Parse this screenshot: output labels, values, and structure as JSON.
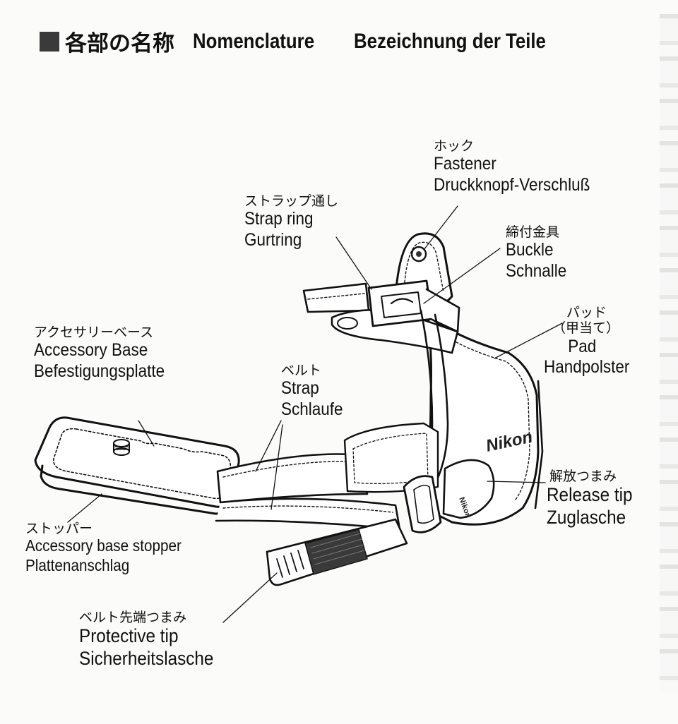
{
  "title": {
    "jp": "各部の名称",
    "en": "Nomenclature",
    "de": "Bezeichnung der Teile"
  },
  "labels": {
    "fastener": {
      "jp": "ホック",
      "en": "Fastener",
      "de": "Druckknopf-Verschluß"
    },
    "strap_ring": {
      "jp": "ストラップ通し",
      "en": "Strap ring",
      "de": "Gurtring"
    },
    "buckle": {
      "jp": "締付金具",
      "en": "Buckle",
      "de": "Schnalle"
    },
    "pad": {
      "jp": "パッド",
      "jp2": "（甲当て）",
      "en": "Pad",
      "de": "Handpolster"
    },
    "accessory_base": {
      "jp": "アクセサリーベース",
      "en": "Accessory Base",
      "de": "Befestigungsplatte"
    },
    "strap": {
      "jp": "ベルト",
      "en": "Strap",
      "de": "Schlaufe"
    },
    "release_tip": {
      "jp": "解放つまみ",
      "en": "Release tip",
      "de": "Zuglasche"
    },
    "stopper": {
      "jp": "ストッパー",
      "en": "Accessory base stopper",
      "de": "Plattenanschlag"
    },
    "protective_tip": {
      "jp": "ベルト先端つまみ",
      "en": "Protective tip",
      "de": "Sicherheitslasche"
    }
  },
  "brand_mark": "Nikon"
}
